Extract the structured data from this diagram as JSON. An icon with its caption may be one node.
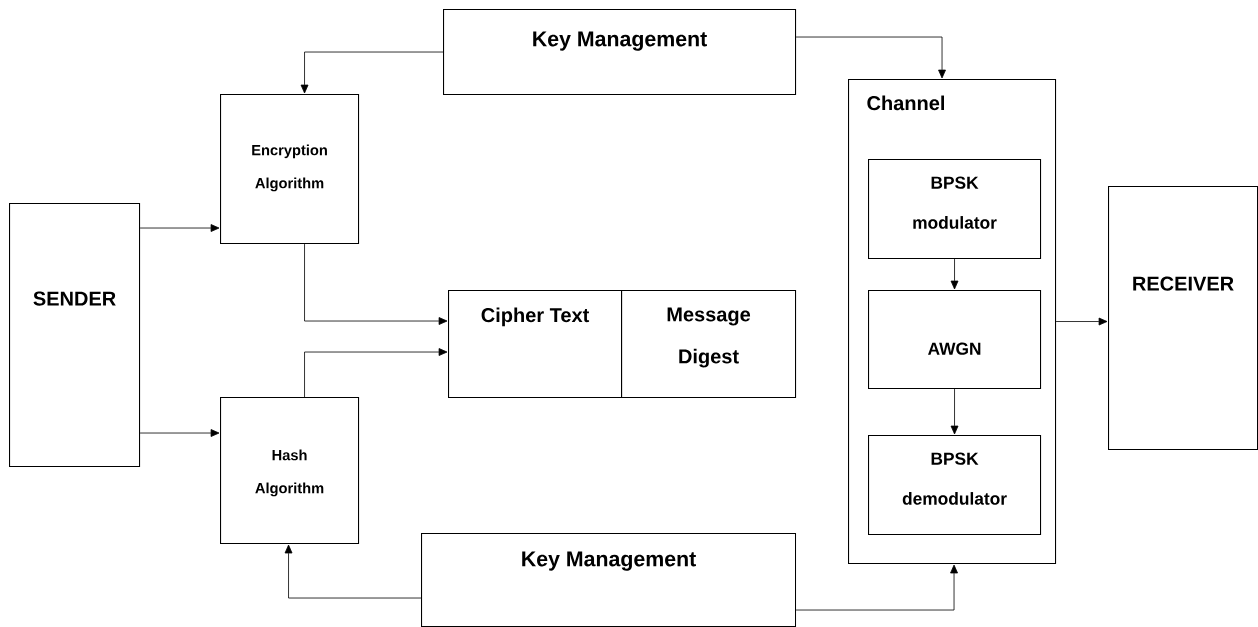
{
  "diagram": {
    "nodes": [
      {
        "text": [
          "Key Management"
        ]
      },
      {
        "text": [
          "Encryption Algorithm"
        ]
      },
      {
        "text": [
          "SENDER"
        ]
      },
      {
        "text": [
          "Cipher Text"
        ]
      },
      {
        "text": [
          "Message Digest"
        ]
      },
      {
        "text": [
          "Channel"
        ]
      },
      {
        "text": [
          "BPSK modulator"
        ],
        "in": 5
      },
      {
        "text": [
          "AWGN"
        ],
        "in": 5
      },
      {
        "text": [
          "BPSK demodulator"
        ],
        "in": 5
      },
      {
        "text": [
          "RECEIVER"
        ]
      },
      {
        "text": [
          "Hash Algorithm"
        ]
      },
      {
        "text": [
          "Key Management"
        ]
      }
    ],
    "edges": [
      {
        "from": 0,
        "to": 1,
        "arrow": "to"
      },
      {
        "from": 0,
        "to": 5,
        "arrow": "to"
      },
      {
        "from": 2,
        "to": 1,
        "arrow": "to"
      },
      {
        "from": 2,
        "to": 10,
        "arrow": "to"
      },
      {
        "from": 1,
        "to": 3,
        "arrow": "to"
      },
      {
        "from": 10,
        "to": 3,
        "arrow": "to"
      },
      {
        "from": 6,
        "to": 7,
        "arrow": "to"
      },
      {
        "from": 7,
        "to": 8,
        "arrow": "to"
      },
      {
        "from": 5,
        "to": 9,
        "arrow": "to"
      },
      {
        "from": 11,
        "to": 10,
        "arrow": "to"
      },
      {
        "from": 11,
        "to": 5,
        "arrow": "to"
      }
    ]
  }
}
